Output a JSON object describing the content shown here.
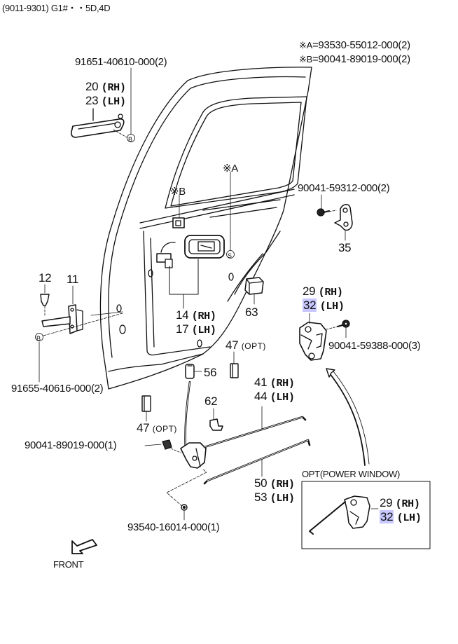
{
  "header": {
    "code": "(9011-9301) G1#・・5D,4D"
  },
  "notes": [
    {
      "mark": "※A",
      "value": "=93530-55012-000(2)"
    },
    {
      "mark": "※B",
      "value": "=90041-89019-000(2)"
    }
  ],
  "parts": {
    "handle_screw": "91651-40610-000(2)",
    "outer_handle": {
      "rh": "20",
      "lh": "23",
      "rh_side": "(RH)",
      "lh_side": "(LH)"
    },
    "ref_a": "※A",
    "ref_b": "※B",
    "circle_b": "B",
    "circle_s": "S",
    "striker_screw": "90041-59312-000(2)",
    "striker": "35",
    "clip": "12",
    "check": "11",
    "check_bolt": "91655-40616-000(2)",
    "inner_handle": {
      "rh": "14",
      "lh": "17",
      "rh_side": "(RH)",
      "lh_side": "(LH)"
    },
    "cover": "63",
    "lock": {
      "rh": "29",
      "lh": "32",
      "rh_side": "(RH)",
      "lh_side": "(LH)",
      "highlight": "#c8c8ff"
    },
    "lock_screw": "90041-59388-000(3)",
    "pad_opt_right": {
      "num": "47",
      "tag": "(OPT)"
    },
    "knob": "56",
    "rod_upper": {
      "rh": "41",
      "lh": "44",
      "rh_side": "(RH)",
      "lh_side": "(LH)"
    },
    "pad_opt_left": {
      "num": "47",
      "tag": "(OPT)"
    },
    "clip_62": "62",
    "nut": "90041-89019-000(1)",
    "rod_lower": {
      "rh": "50",
      "lh": "53",
      "rh_side": "(RH)",
      "lh_side": "(LH)"
    },
    "bolt": "93540-16014-000(1)"
  },
  "inset": {
    "title": "OPT(POWER WINDOW)",
    "rh": "29",
    "lh": "32",
    "rh_side": "(RH)",
    "lh_side": "(LH)"
  },
  "front": {
    "label": "FRONT"
  }
}
